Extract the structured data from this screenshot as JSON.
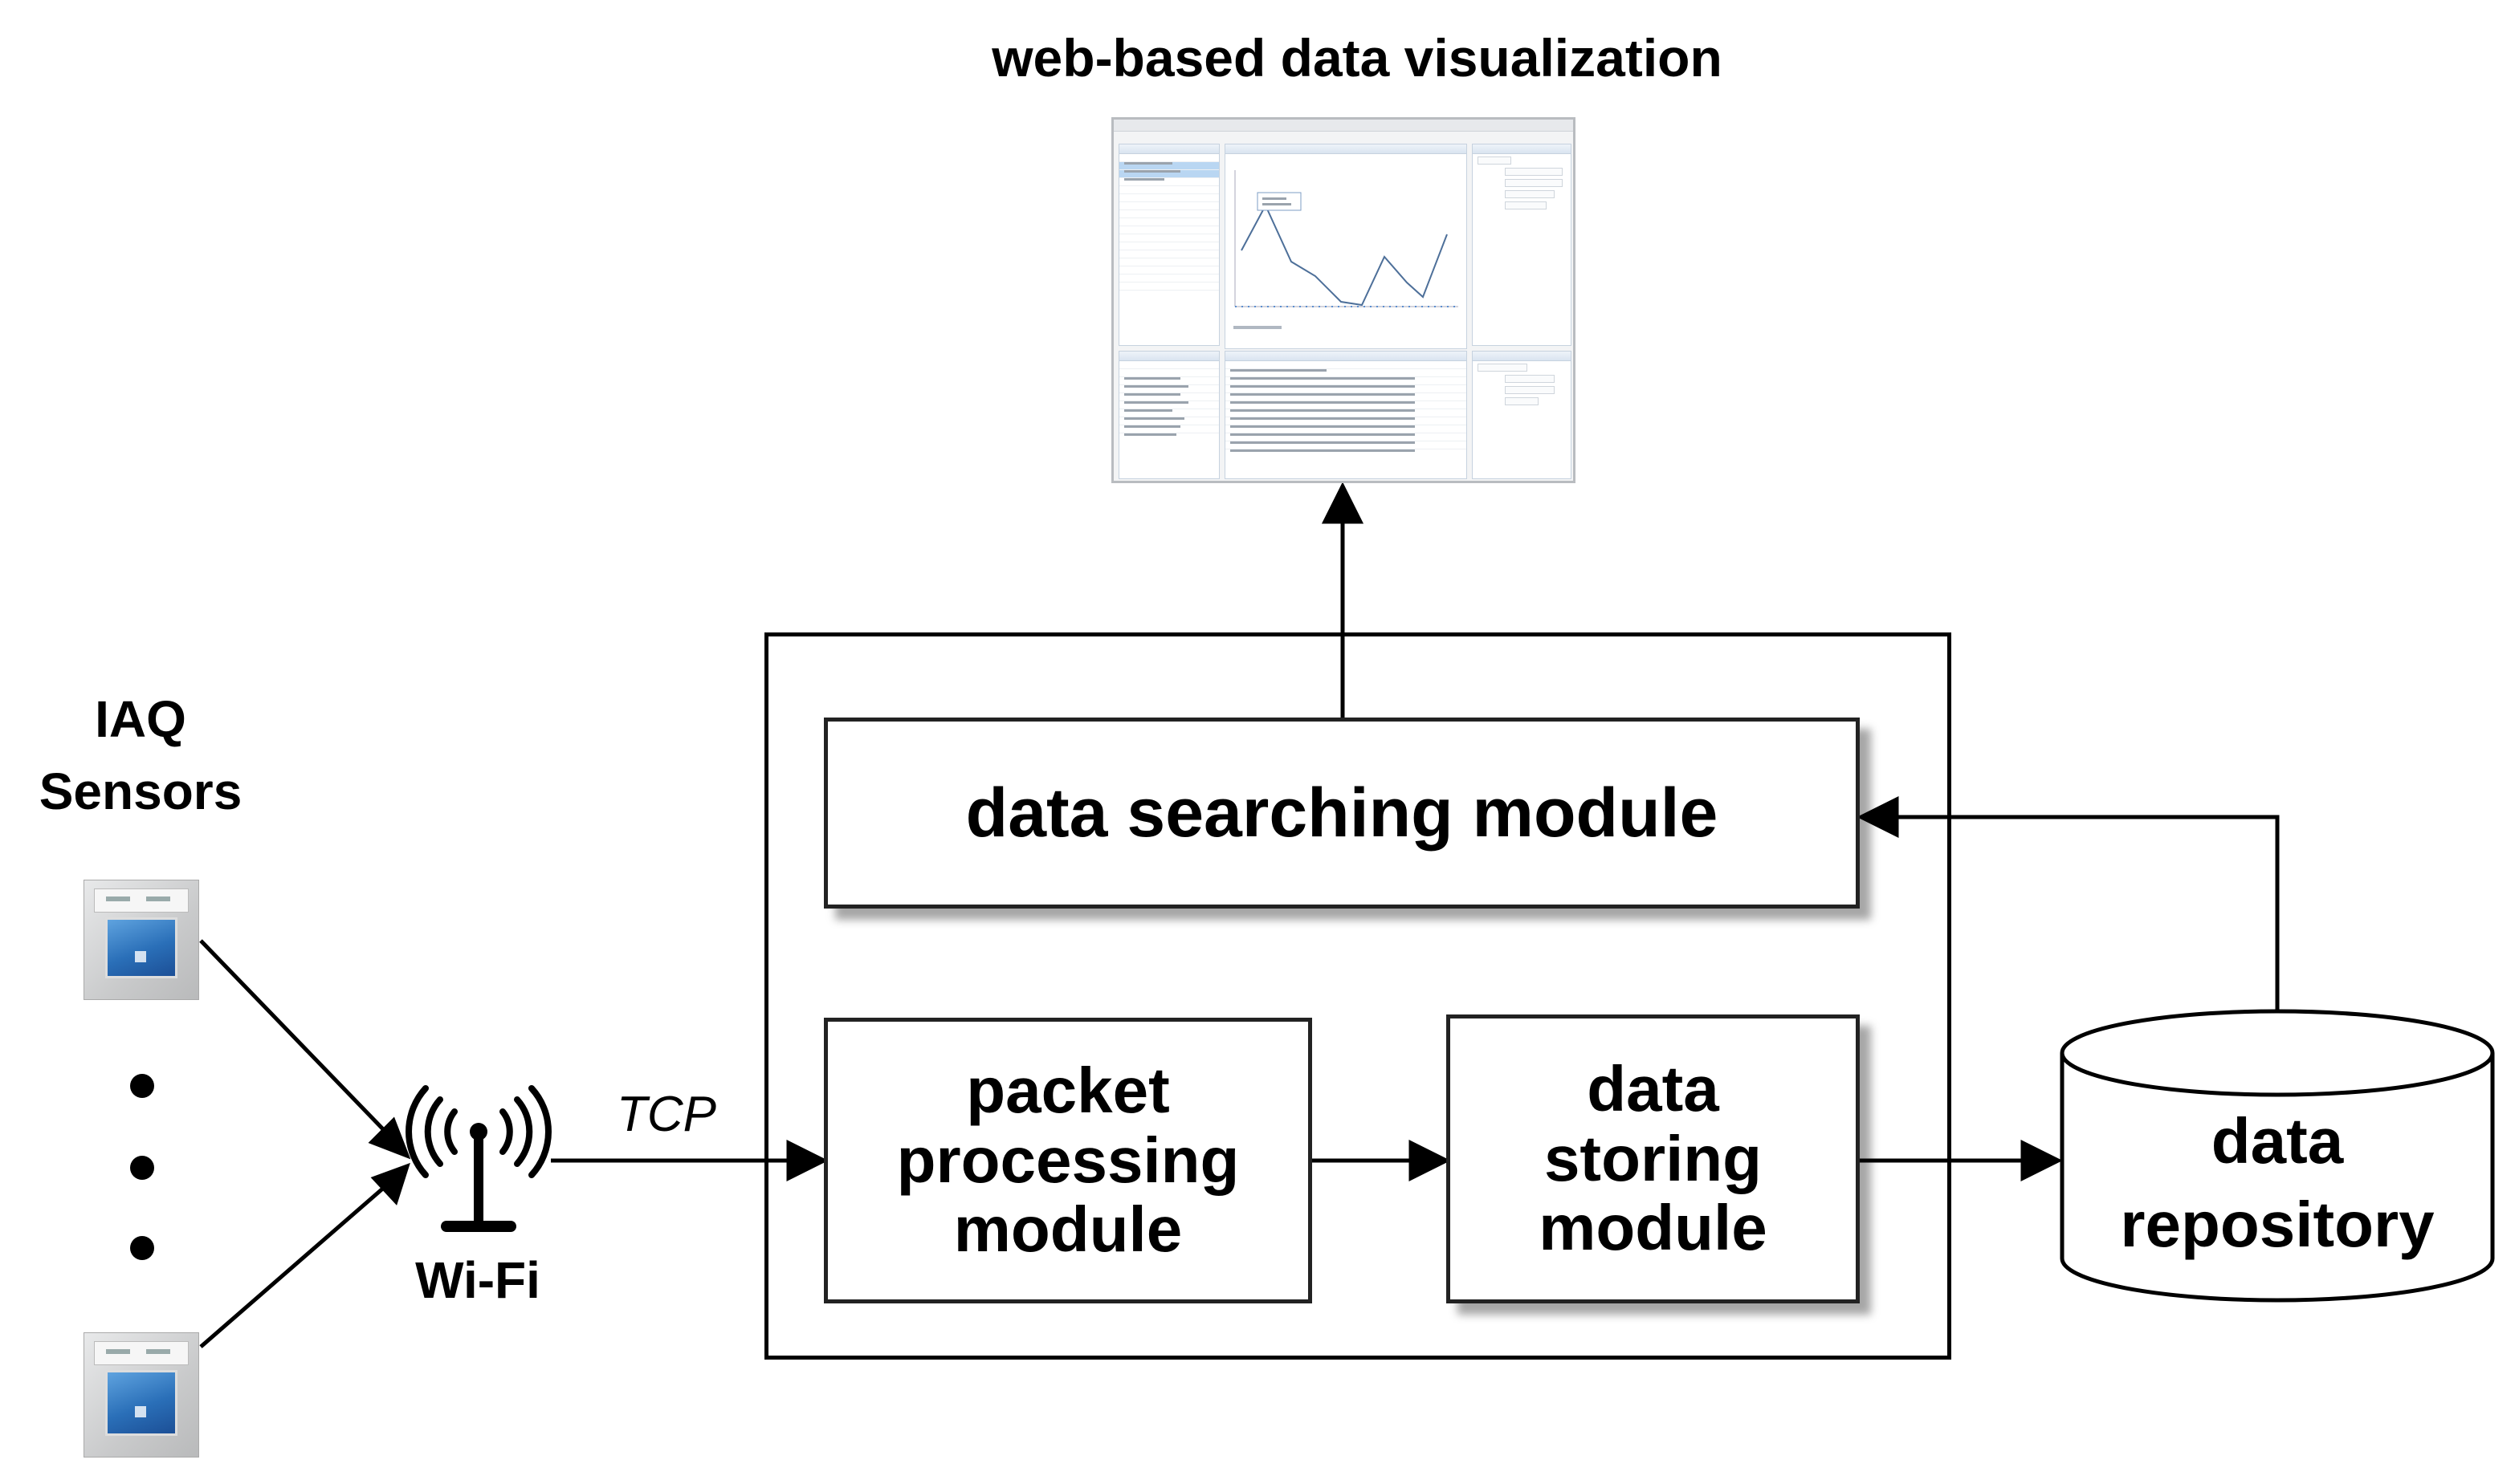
{
  "title": "web-based data visualization",
  "sensors_label": "IAQ\nSensors",
  "wifi_label": "Wi-Fi",
  "tcp_label": "TCP",
  "modules": {
    "searching": "data searching module",
    "packet": "packet\nprocessing\nmodule",
    "storing": "data\nstoring\nmodule"
  },
  "repository": "data\nrepository",
  "icons": [
    "sensor-device-icon",
    "wifi-antenna-icon",
    "database-cylinder-icon",
    "web-dashboard-thumbnail"
  ],
  "colors": {
    "line": "#000000",
    "box_border": "#222222",
    "shadow": "#595959"
  }
}
